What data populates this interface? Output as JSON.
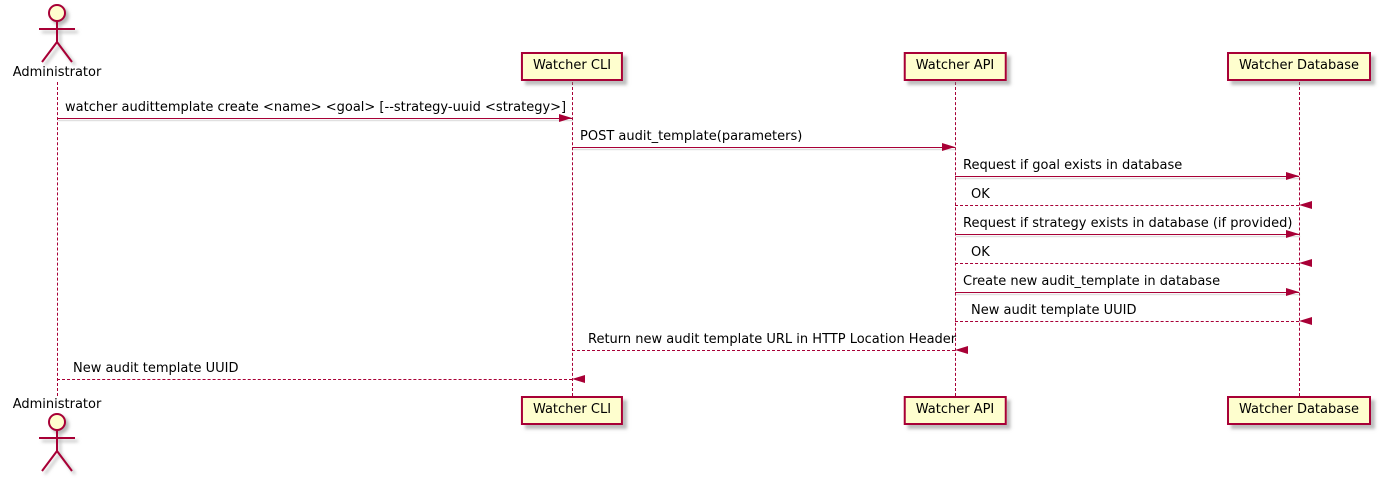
{
  "diagram": {
    "kind": "sequence-diagram",
    "colors": {
      "accent": "#A80036",
      "participant_fill": "#FEFECE",
      "text": "#000000",
      "background": "#ffffff"
    },
    "icons": {
      "actor": "stick-figure-icon"
    }
  },
  "actors": [
    {
      "id": "admin",
      "label": "Administrator",
      "kind": "actor"
    },
    {
      "id": "cli",
      "label": "Watcher CLI",
      "kind": "participant"
    },
    {
      "id": "api",
      "label": "Watcher API",
      "kind": "participant"
    },
    {
      "id": "db",
      "label": "Watcher Database",
      "kind": "participant"
    }
  ],
  "messages": [
    {
      "from": "admin",
      "to": "cli",
      "style": "solid",
      "text": "watcher audittemplate create <name> <goal> [--strategy-uuid <strategy>]"
    },
    {
      "from": "cli",
      "to": "api",
      "style": "solid",
      "text": "POST audit_template(parameters)"
    },
    {
      "from": "api",
      "to": "db",
      "style": "solid",
      "text": "Request if goal exists in database"
    },
    {
      "from": "db",
      "to": "api",
      "style": "dashed",
      "text": "OK"
    },
    {
      "from": "api",
      "to": "db",
      "style": "solid",
      "text": "Request if strategy exists in database (if provided)"
    },
    {
      "from": "db",
      "to": "api",
      "style": "dashed",
      "text": "OK"
    },
    {
      "from": "api",
      "to": "db",
      "style": "solid",
      "text": "Create new audit_template in database"
    },
    {
      "from": "db",
      "to": "api",
      "style": "dashed",
      "text": "New audit template UUID"
    },
    {
      "from": "api",
      "to": "cli",
      "style": "dashed",
      "text": "Return new audit template URL in HTTP Location Header"
    },
    {
      "from": "cli",
      "to": "admin",
      "style": "dashed",
      "text": "New audit template UUID"
    }
  ]
}
